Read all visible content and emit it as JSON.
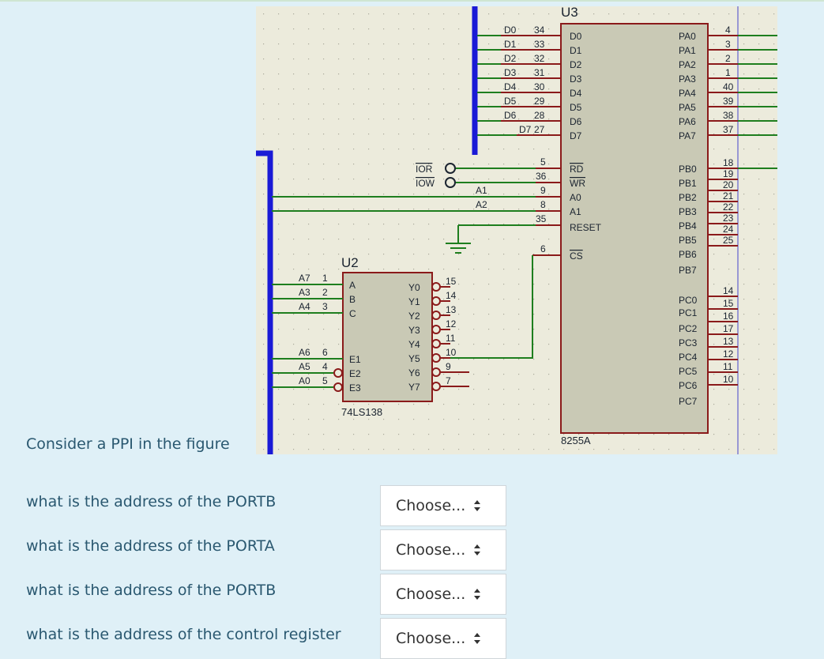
{
  "prompt": "Consider a PPI in the figure",
  "questions": [
    {
      "label": "what is the address of the PORTB",
      "select": "Choose..."
    },
    {
      "label": "what is the address of the PORTA",
      "select": "Choose..."
    },
    {
      "label": "what is the address of the PORTB",
      "select": "Choose..."
    },
    {
      "label": "what is the address of the control register",
      "select": "Choose..."
    }
  ],
  "schematic": {
    "u3_ref": "U3",
    "u3_part": "8255A",
    "u2_ref": "U2",
    "u2_part": "74LS138",
    "data_pins": [
      {
        "net": "D0",
        "num": "34",
        "pin": "D0"
      },
      {
        "net": "D1",
        "num": "33",
        "pin": "D1"
      },
      {
        "net": "D2",
        "num": "32",
        "pin": "D2"
      },
      {
        "net": "D3",
        "num": "31",
        "pin": "D3"
      },
      {
        "net": "D4",
        "num": "30",
        "pin": "D4"
      },
      {
        "net": "D5",
        "num": "29",
        "pin": "D5"
      },
      {
        "net": "D6",
        "num": "28",
        "pin": "D6"
      },
      {
        "net": "D7",
        "num": "27",
        "pin": "D7"
      }
    ],
    "ctrl_pins": [
      {
        "num": "5",
        "pin": "RD"
      },
      {
        "num": "36",
        "pin": "WR"
      },
      {
        "num": "9",
        "pin": "A0"
      },
      {
        "num": "8",
        "pin": "A1"
      },
      {
        "num": "35",
        "pin": "RESET"
      },
      {
        "num": "6",
        "pin": "CS"
      }
    ],
    "ior": "IOR",
    "iow": "IOW",
    "a1": "A1",
    "a2": "A2",
    "pa": [
      {
        "pin": "PA0",
        "num": "4"
      },
      {
        "pin": "PA1",
        "num": "3"
      },
      {
        "pin": "PA2",
        "num": "2"
      },
      {
        "pin": "PA3",
        "num": "1"
      },
      {
        "pin": "PA4",
        "num": "40"
      },
      {
        "pin": "PA5",
        "num": "39"
      },
      {
        "pin": "PA6",
        "num": "38"
      },
      {
        "pin": "PA7",
        "num": "37"
      }
    ],
    "pb": [
      {
        "pin": "PB0",
        "num": "18"
      },
      {
        "pin": "PB1",
        "num": "19"
      },
      {
        "pin": "PB2",
        "num": "20"
      },
      {
        "pin": "PB3",
        "num": "21"
      },
      {
        "pin": "PB4",
        "num": "22"
      },
      {
        "pin": "PB5",
        "num": "23"
      },
      {
        "pin": "PB6",
        "num": "24"
      },
      {
        "pin": "PB7",
        "num": "25"
      }
    ],
    "pc": [
      {
        "pin": "PC0",
        "num": "14"
      },
      {
        "pin": "PC1",
        "num": "15"
      },
      {
        "pin": "PC2",
        "num": "16"
      },
      {
        "pin": "PC3",
        "num": "17"
      },
      {
        "pin": "PC4",
        "num": "13"
      },
      {
        "pin": "PC5",
        "num": "12"
      },
      {
        "pin": "PC6",
        "num": "11"
      },
      {
        "pin": "PC7",
        "num": "10"
      }
    ],
    "u2_inputs": [
      {
        "net": "A7",
        "num": "1",
        "pin": "A"
      },
      {
        "net": "A3",
        "num": "2",
        "pin": "B"
      },
      {
        "net": "A4",
        "num": "3",
        "pin": "C"
      },
      {
        "net": "A6",
        "num": "6",
        "pin": "E1"
      },
      {
        "net": "A5",
        "num": "4",
        "pin": "E2"
      },
      {
        "net": "A0",
        "num": "5",
        "pin": "E3"
      }
    ],
    "u2_outputs": [
      {
        "pin": "Y0",
        "num": "15"
      },
      {
        "pin": "Y1",
        "num": "14"
      },
      {
        "pin": "Y2",
        "num": "13"
      },
      {
        "pin": "Y3",
        "num": "12"
      },
      {
        "pin": "Y4",
        "num": "11"
      },
      {
        "pin": "Y5",
        "num": "10"
      },
      {
        "pin": "Y6",
        "num": "9"
      },
      {
        "pin": "Y7",
        "num": "7"
      }
    ]
  }
}
